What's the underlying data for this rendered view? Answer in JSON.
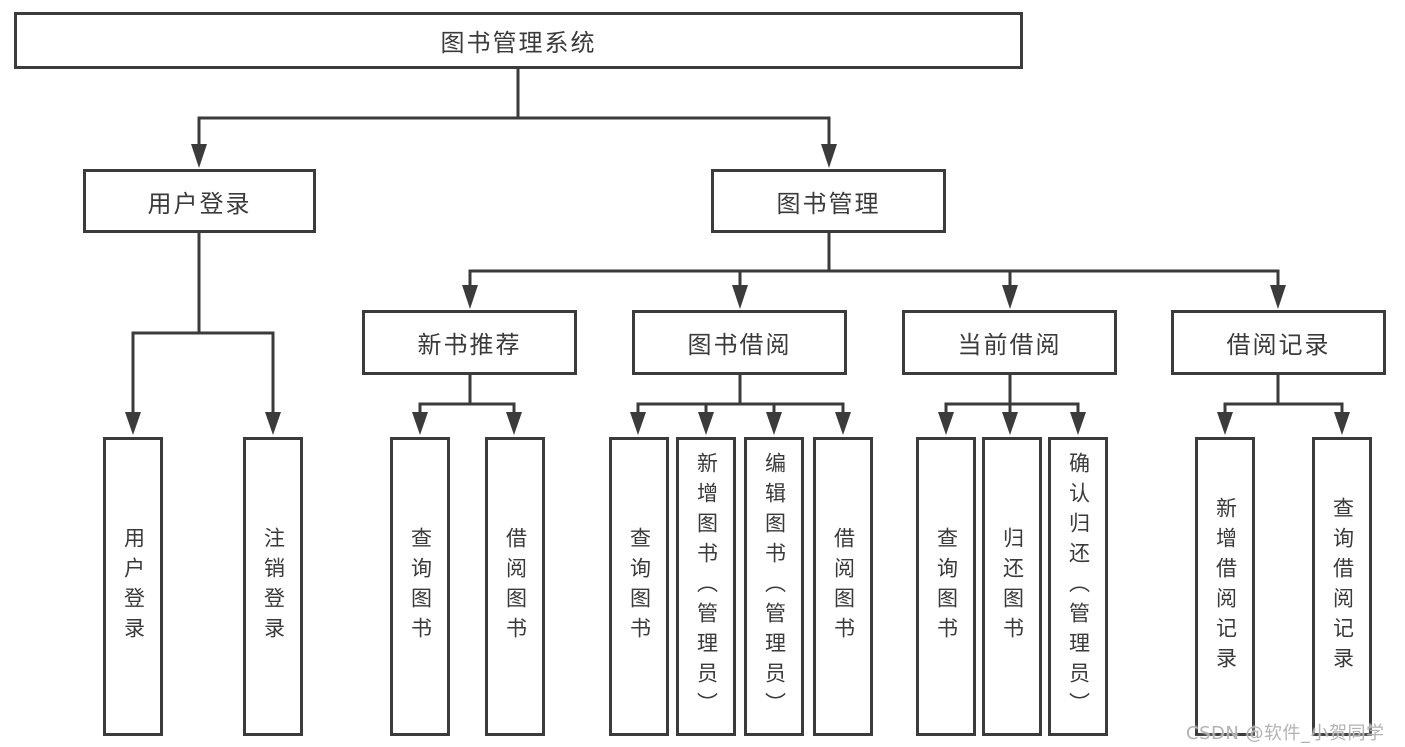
{
  "diagram": {
    "root": "图书管理系统",
    "children": [
      {
        "label": "用户登录",
        "children": [
          {
            "label": "用户登录"
          },
          {
            "label": "注销登录"
          }
        ]
      },
      {
        "label": "图书管理",
        "children": [
          {
            "label": "新书推荐",
            "children": [
              {
                "label": "查询图书"
              },
              {
                "label": "借阅图书"
              }
            ]
          },
          {
            "label": "图书借阅",
            "children": [
              {
                "label": "查询图书"
              },
              {
                "label": "新增图书（管理员）"
              },
              {
                "label": "编辑图书（管理员）"
              },
              {
                "label": "借阅图书"
              }
            ]
          },
          {
            "label": "当前借阅",
            "children": [
              {
                "label": "查询图书"
              },
              {
                "label": "归还图书"
              },
              {
                "label": "确认归还（管理员）"
              }
            ]
          },
          {
            "label": "借阅记录",
            "children": [
              {
                "label": "新增借阅记录"
              },
              {
                "label": "查询借阅记录"
              }
            ]
          }
        ]
      }
    ]
  },
  "watermark": {
    "text": "CSDN @软件_小贺同学"
  },
  "colors": {
    "line": "#3b3b3b",
    "text": "#3a3a3a",
    "background": "#ffffff",
    "watermark": "#b3b3b3"
  }
}
